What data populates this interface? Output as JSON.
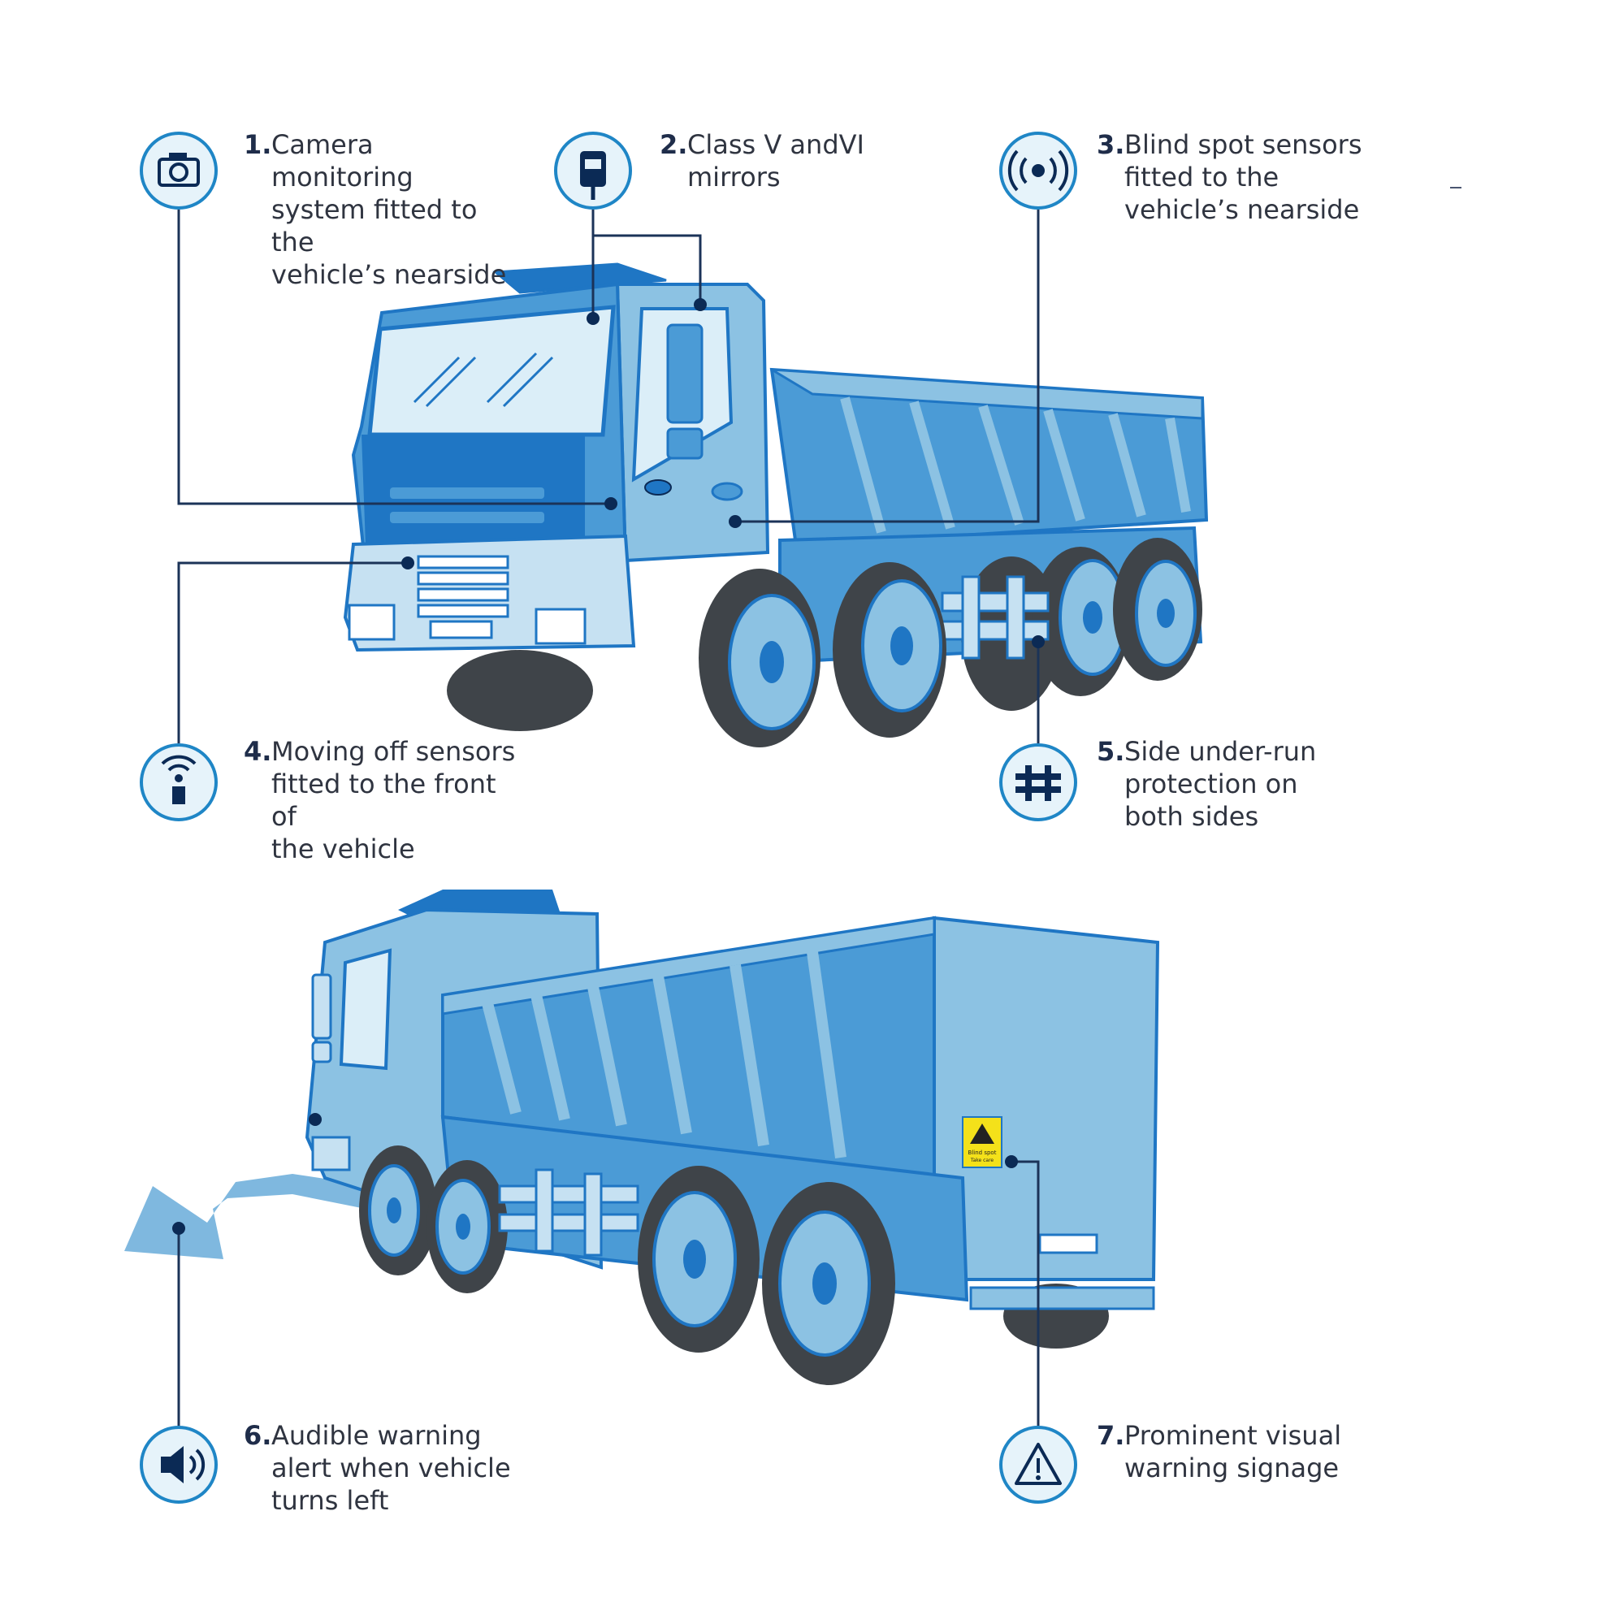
{
  "colors": {
    "navy": "#0b2a55",
    "line": "#1b3358",
    "icon_ring": "#1f86c6",
    "icon_fill": "#e6f3fa",
    "truck_dark": "#1f76c4",
    "truck_mid": "#4b9bd6",
    "truck_light": "#8cc2e3",
    "truck_pale": "#c6e1f2",
    "glass": "#dbeef8",
    "tyre": "#3f4449",
    "arrow": "#7fb8df",
    "sign_yellow": "#f4e11a"
  },
  "features": [
    {
      "num": "1.",
      "text": "Camera monitoring\nsystem fitted to the\nvehicle’s nearside",
      "icon": "camera-icon"
    },
    {
      "num": "2.",
      "text": "Class V andVI\nmirrors",
      "icon": "mirror-icon"
    },
    {
      "num": "3.",
      "text": "Blind spot sensors\nfitted to the\nvehicle’s nearside",
      "icon": "radar-sensor-icon"
    },
    {
      "num": "4.",
      "text": "Moving off sensors\nfitted to the front of\nthe vehicle",
      "icon": "proximity-sensor-icon"
    },
    {
      "num": "5.",
      "text": "Side under-run\nprotection on\nboth sides",
      "icon": "underrun-guard-icon"
    },
    {
      "num": "6.",
      "text": "Audible warning\nalert when vehicle\nturns left",
      "icon": "speaker-icon"
    },
    {
      "num": "7.",
      "text": "Prominent visual\nwarning signage",
      "icon": "warning-triangle-icon"
    }
  ],
  "sign": {
    "line1": "Blind spot",
    "line2": "Take care"
  }
}
